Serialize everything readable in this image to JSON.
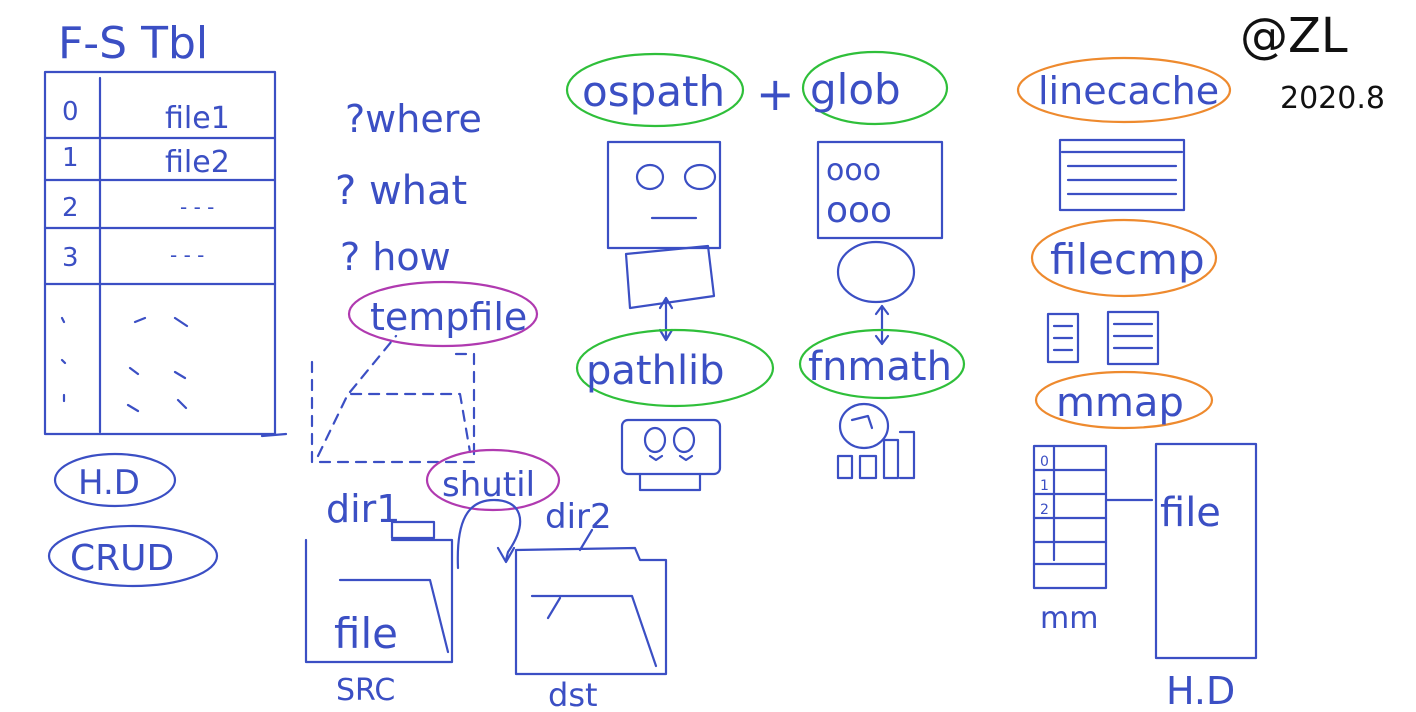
{
  "colors": {
    "ink_blue": "#3b4fc4",
    "green_circle": "#2fbf3a",
    "orange_circle": "#ee8a2e",
    "purple_circle": "#b03ab0",
    "black": "#111111"
  },
  "signature": {
    "author": "@ZL",
    "date": "2020.8"
  },
  "fs_table": {
    "title": "F-S Tbl",
    "rows": [
      {
        "index": "0",
        "name": "file1"
      },
      {
        "index": "1",
        "name": "file2"
      },
      {
        "index": "2",
        "name": "- - -"
      },
      {
        "index": "3",
        "name": "- - -"
      }
    ],
    "badges": [
      "H.D",
      "CRUD"
    ]
  },
  "questions": [
    "?where",
    "? what",
    "? how"
  ],
  "tempfile": {
    "label": "tempfile"
  },
  "shutil": {
    "label": "shutil",
    "src_dir": "dir1",
    "dst_dir": "dir2",
    "file_label": "file",
    "src_caption": "SRC",
    "dst_caption": "dst"
  },
  "modules": {
    "ospath": "ospath",
    "plus": "+",
    "glob": "glob",
    "pathlib": "pathlib",
    "fnmatch": "fnmath",
    "linecache": "linecache",
    "filecmp": "filecmp",
    "mmap": "mmap"
  },
  "mmap_diagram": {
    "rows": [
      "0",
      "1",
      "2"
    ],
    "mm_caption": "mm",
    "file_label": "file",
    "hd_caption": "H.D"
  }
}
